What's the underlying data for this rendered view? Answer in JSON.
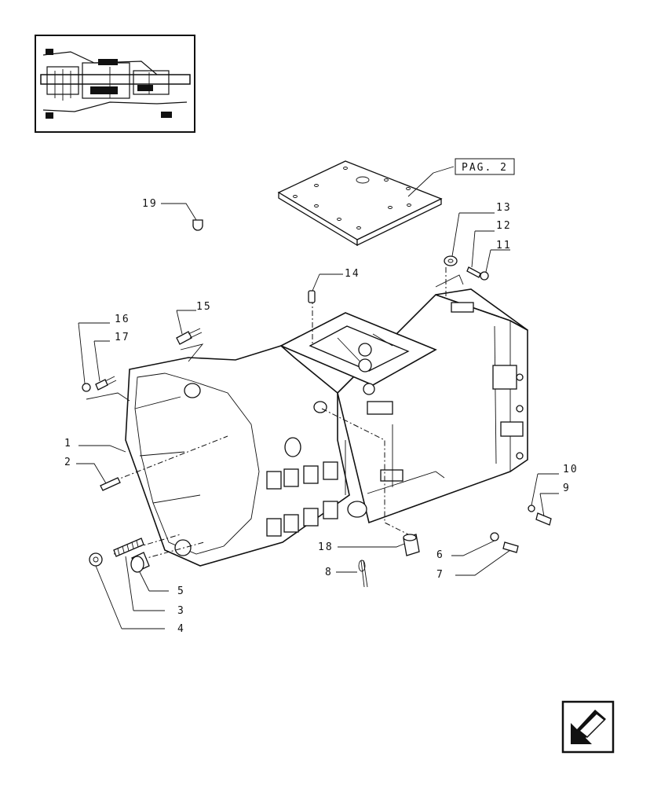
{
  "page_ref": "PAG. 2",
  "callouts": [
    {
      "id": "c1",
      "text": "1"
    },
    {
      "id": "c2",
      "text": "2"
    },
    {
      "id": "c3",
      "text": "3"
    },
    {
      "id": "c4",
      "text": "4"
    },
    {
      "id": "c5",
      "text": "5"
    },
    {
      "id": "c6",
      "text": "6"
    },
    {
      "id": "c7",
      "text": "7"
    },
    {
      "id": "c8",
      "text": "8"
    },
    {
      "id": "c9",
      "text": "9"
    },
    {
      "id": "c10",
      "text": "10"
    },
    {
      "id": "c11",
      "text": "11"
    },
    {
      "id": "c12",
      "text": "12"
    },
    {
      "id": "c13",
      "text": "13"
    },
    {
      "id": "c14",
      "text": "14"
    },
    {
      "id": "c15",
      "text": "15"
    },
    {
      "id": "c16",
      "text": "16"
    },
    {
      "id": "c17",
      "text": "17"
    },
    {
      "id": "c18",
      "text": "18"
    },
    {
      "id": "c19",
      "text": "19"
    }
  ],
  "icons": {
    "thumbnail": "transmission-thumbnail-icon",
    "nav": "back-arrow-icon"
  }
}
